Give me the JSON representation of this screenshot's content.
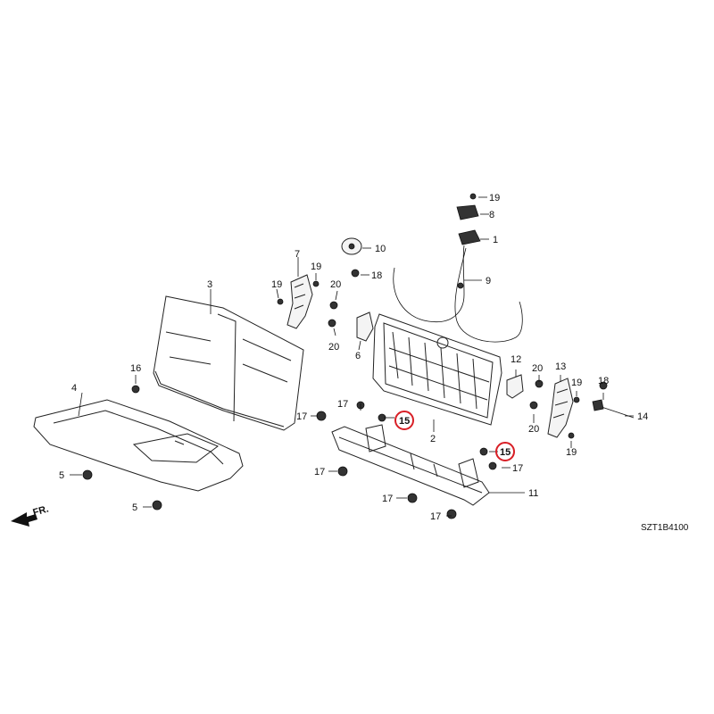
{
  "diagram": {
    "code": "SZT1B4100",
    "front_label": "FR.",
    "highlight_color": "#d81f26",
    "callouts": [
      {
        "id": "c1",
        "num": "1"
      },
      {
        "id": "c2",
        "num": "2"
      },
      {
        "id": "c3",
        "num": "3"
      },
      {
        "id": "c4",
        "num": "4"
      },
      {
        "id": "c5a",
        "num": "5"
      },
      {
        "id": "c5b",
        "num": "5"
      },
      {
        "id": "c6",
        "num": "6"
      },
      {
        "id": "c7",
        "num": "7"
      },
      {
        "id": "c8",
        "num": "8"
      },
      {
        "id": "c9",
        "num": "9"
      },
      {
        "id": "c10",
        "num": "10"
      },
      {
        "id": "c11",
        "num": "11"
      },
      {
        "id": "c12",
        "num": "12"
      },
      {
        "id": "c13",
        "num": "13"
      },
      {
        "id": "c14",
        "num": "14"
      },
      {
        "id": "c15a",
        "num": "15"
      },
      {
        "id": "c15b",
        "num": "15"
      },
      {
        "id": "c16",
        "num": "16"
      },
      {
        "id": "c17a",
        "num": "17"
      },
      {
        "id": "c17b",
        "num": "17"
      },
      {
        "id": "c17c",
        "num": "17"
      },
      {
        "id": "c17d",
        "num": "17"
      },
      {
        "id": "c17e",
        "num": "17"
      },
      {
        "id": "c17f",
        "num": "17"
      },
      {
        "id": "c18a",
        "num": "18"
      },
      {
        "id": "c18b",
        "num": "18"
      },
      {
        "id": "c19a",
        "num": "19"
      },
      {
        "id": "c19b",
        "num": "19"
      },
      {
        "id": "c19c",
        "num": "19"
      },
      {
        "id": "c19d",
        "num": "19"
      },
      {
        "id": "c20a",
        "num": "20"
      },
      {
        "id": "c20b",
        "num": "20"
      },
      {
        "id": "c20c",
        "num": "20"
      },
      {
        "id": "c20d",
        "num": "20"
      }
    ]
  }
}
